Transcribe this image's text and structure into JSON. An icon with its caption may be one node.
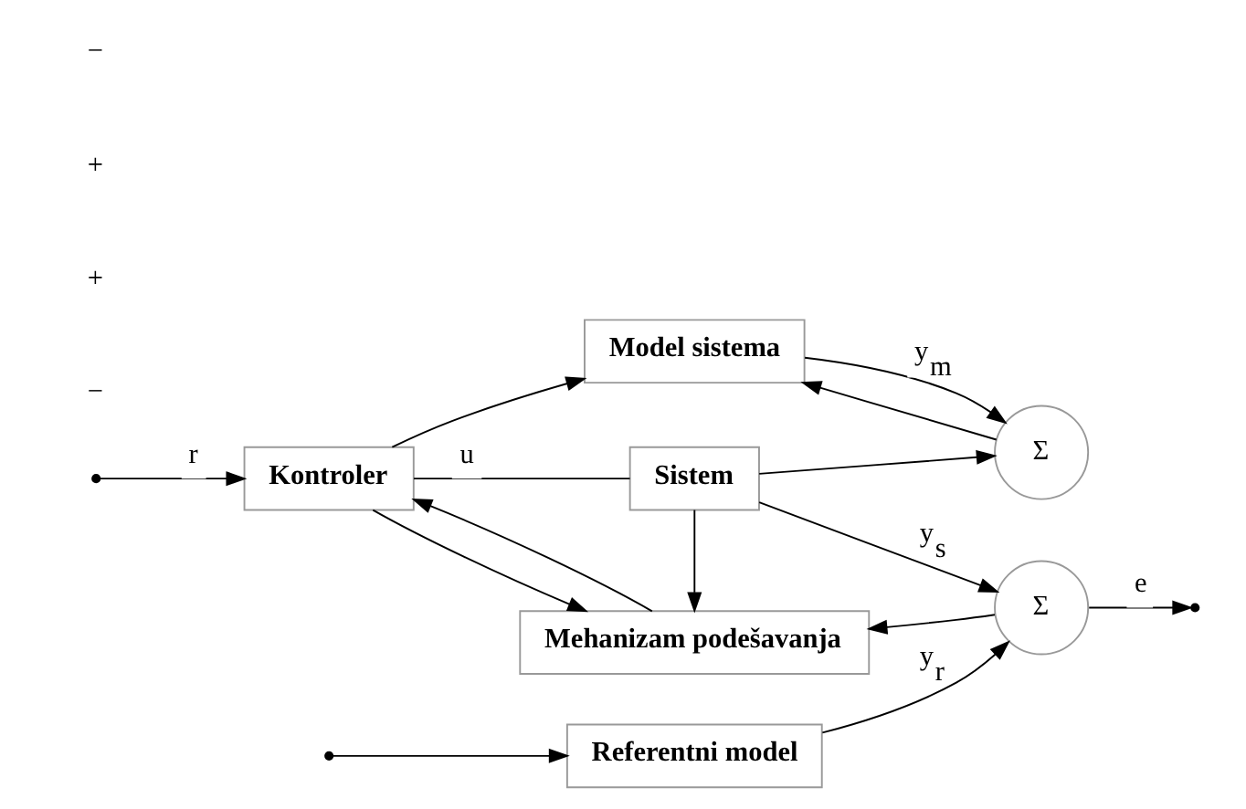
{
  "diagram": {
    "nodes": [
      {
        "text": [
          "Referentni model"
        ]
      },
      {
        "text": [
          "Model sistema"
        ]
      },
      {
        "text": [
          "Kontroler"
        ]
      },
      {
        "text": [
          "Sistem"
        ]
      },
      {
        "text": [
          "Σ"
        ]
      },
      {
        "text": [
          "Σ"
        ]
      },
      {
        "text": [
          "Mehanizam podešavanja"
        ]
      }
    ],
    "edges": [
      {
        "from": null,
        "to": 2,
        "arrow": "to",
        "label": "r"
      },
      {
        "from": null,
        "to": 0,
        "arrow": "to"
      },
      {
        "from": 2,
        "to": 3,
        "arrow": "none",
        "label": "u"
      },
      {
        "from": 2,
        "to": 1,
        "arrow": "to"
      },
      {
        "from": 2,
        "to": 6,
        "arrow": "to"
      },
      {
        "from": 0,
        "to": 5,
        "arrow": "to",
        "label": "y$_{r}$"
      },
      {
        "from": 1,
        "to": 4,
        "arrow": "to",
        "label": "y$_{m}$"
      },
      {
        "from": 3,
        "to": 5,
        "arrow": "to",
        "label": "y$_{s}$"
      },
      {
        "from": 3,
        "to": 4,
        "arrow": "to"
      },
      {
        "from": 3,
        "to": 6,
        "arrow": "to"
      },
      {
        "from": 4,
        "to": 1,
        "arrow": "to"
      },
      {
        "from": 5,
        "to": null,
        "arrow": "to",
        "label": "e"
      },
      {
        "from": 5,
        "to": 6,
        "arrow": "to"
      },
      {
        "from": 6,
        "to": 2,
        "arrow": "to"
      }
    ],
    "labels": [
      "−",
      "+",
      "+",
      "−"
    ]
  }
}
